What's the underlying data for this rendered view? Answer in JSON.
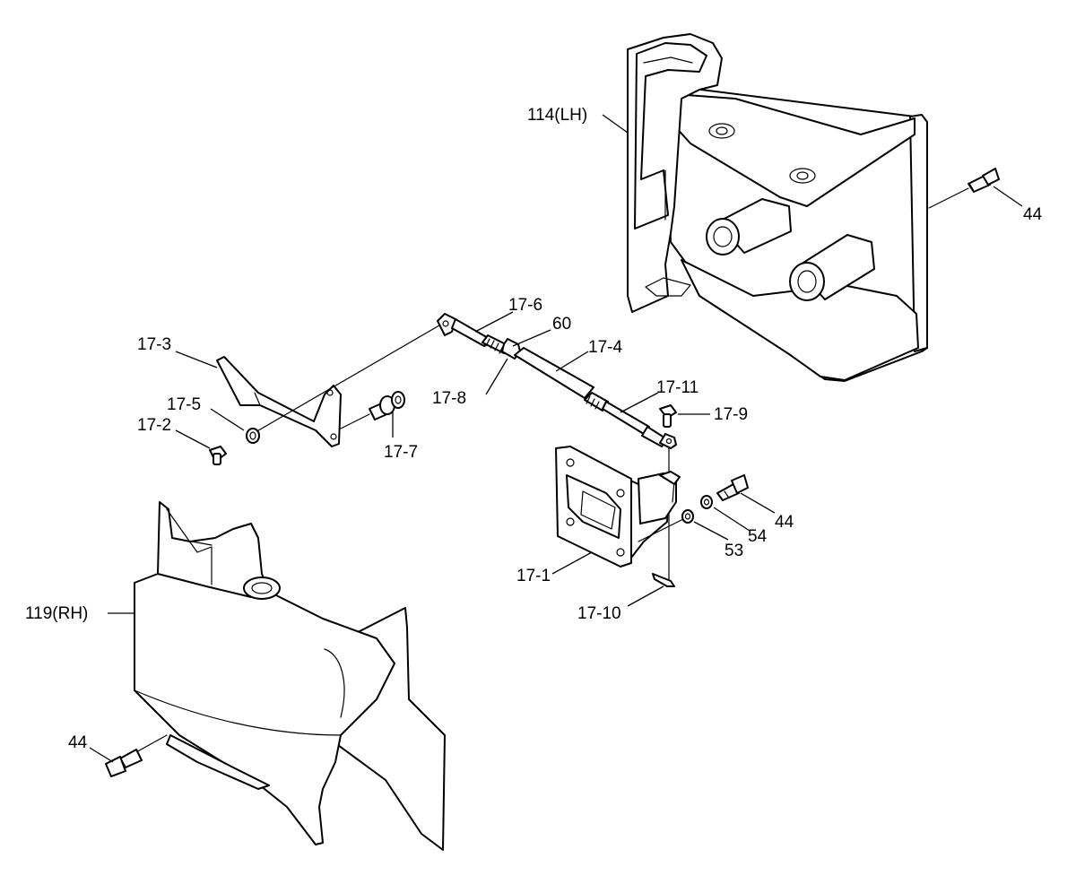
{
  "callouts": [
    {
      "id": "c-114lh",
      "text": "114(LH)"
    },
    {
      "id": "c-44-top",
      "text": "44"
    },
    {
      "id": "c-17-3",
      "text": "17-3"
    },
    {
      "id": "c-17-6",
      "text": "17-6"
    },
    {
      "id": "c-17-5",
      "text": "17-5"
    },
    {
      "id": "c-17-2",
      "text": "17-2"
    },
    {
      "id": "c-17-8",
      "text": "17-8"
    },
    {
      "id": "c-17-7",
      "text": "17-7"
    },
    {
      "id": "c-60",
      "text": "60"
    },
    {
      "id": "c-17-11",
      "text": "17-11"
    },
    {
      "id": "c-17-4",
      "text": "17-4"
    },
    {
      "id": "c-17-9",
      "text": "17-9"
    },
    {
      "id": "c-44-mid",
      "text": "44"
    },
    {
      "id": "c-54",
      "text": "54"
    },
    {
      "id": "c-53",
      "text": "53"
    },
    {
      "id": "c-17-1",
      "text": "17-1"
    },
    {
      "id": "c-17-10",
      "text": "17-10"
    },
    {
      "id": "c-119rh",
      "text": "119(RH)"
    },
    {
      "id": "c-44-bottom",
      "text": "44"
    }
  ]
}
